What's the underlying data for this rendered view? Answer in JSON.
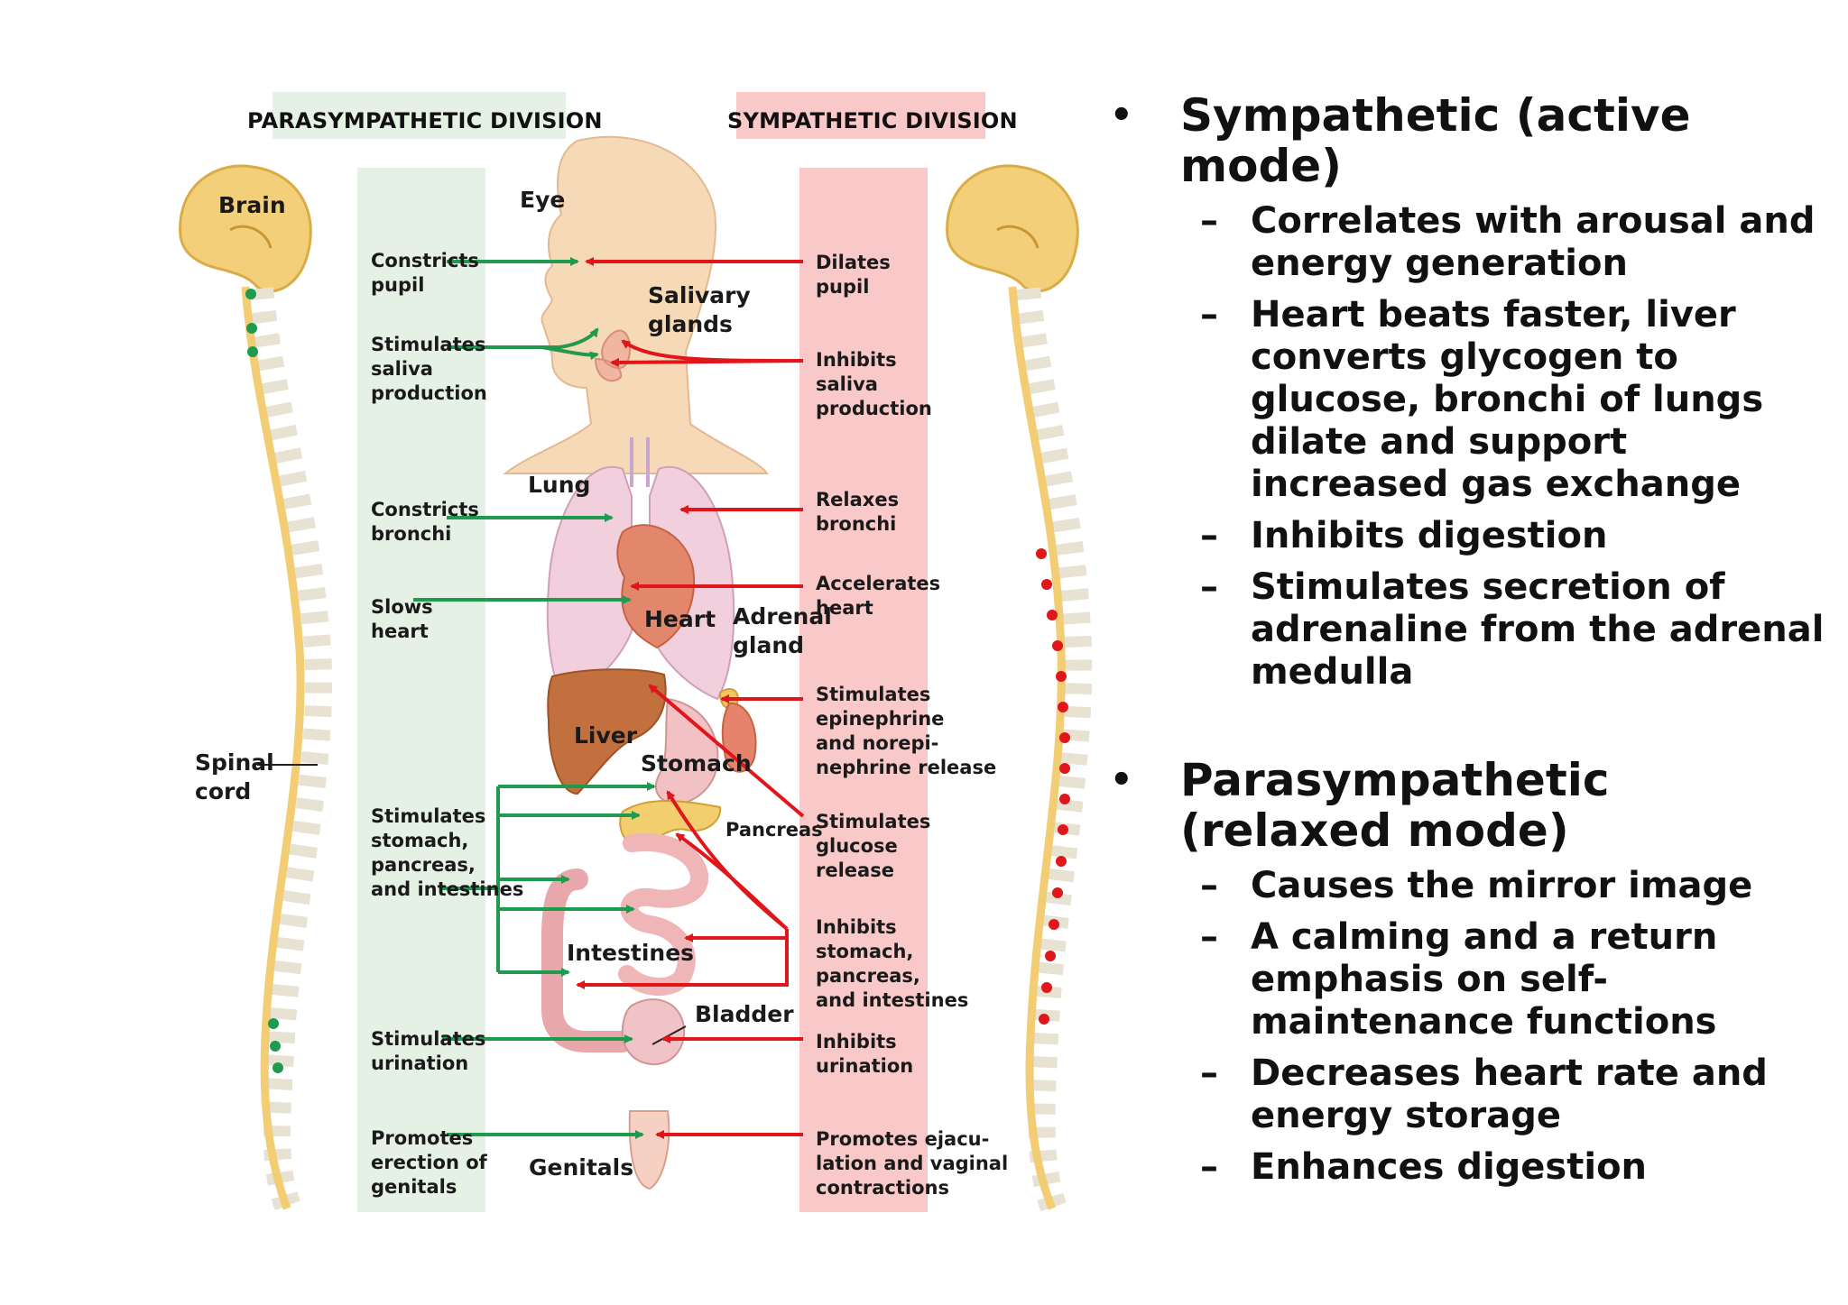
{
  "diagram": {
    "headers": {
      "parasympathetic": "PARASYMPATHETIC DIVISION",
      "sympathetic": "SYMPATHETIC DIVISION"
    },
    "structures": {
      "brain": "Brain",
      "spinal_cord": "Spinal\ncord",
      "eye": "Eye",
      "salivary_glands": "Salivary\nglands",
      "lung": "Lung",
      "heart": "Heart",
      "adrenal_gland": "Adrenal\ngland",
      "liver": "Liver",
      "stomach": "Stomach",
      "pancreas": "Pancreas",
      "intestines": "Intestines",
      "bladder": "Bladder",
      "genitals": "Genitals"
    },
    "parasympathetic_effects": [
      "Constricts\npupil",
      "Stimulates\nsaliva\nproduction",
      "Constricts\nbronchi",
      "Slows\nheart",
      "Stimulates\nstomach,\npancreas,\nand intestines",
      "Stimulates\nurination",
      "Promotes\nerection of\ngenitals"
    ],
    "sympathetic_effects": [
      "Dilates\npupil",
      "Inhibits\nsaliva\nproduction",
      "Relaxes\nbronchi",
      "Accelerates\nheart",
      "Stimulates\nepinephrine\nand norepi-\nnephrine release",
      "Stimulates\nglucose\nrelease",
      "Inhibits\nstomach,\npancreas,\nand intestines",
      "Inhibits\nurination",
      "Promotes ejacu-\nlation and vaginal\ncontractions"
    ],
    "colors": {
      "parasympathetic": "#1f9a4e",
      "sympathetic": "#e0161b",
      "para_band": "#e6f1e6",
      "symp_band": "#f9c8c9"
    }
  },
  "notes": {
    "sympathetic": {
      "title": "Sympathetic (active mode)",
      "points": [
        "Correlates with arousal and energy generation",
        "Heart beats faster, liver converts glycogen to glucose, bronchi of lungs dilate and support increased gas exchange",
        "Inhibits digestion",
        "Stimulates secretion of adrenaline from the adrenal medulla"
      ]
    },
    "parasympathetic": {
      "title": "Parasympathetic (relaxed mode)",
      "points": [
        "Causes the mirror image",
        "A calming and a return emphasis on self-maintenance  functions",
        "Decreases heart rate and energy storage",
        "Enhances digestion"
      ]
    },
    "bullet": "•",
    "dash": "–"
  }
}
